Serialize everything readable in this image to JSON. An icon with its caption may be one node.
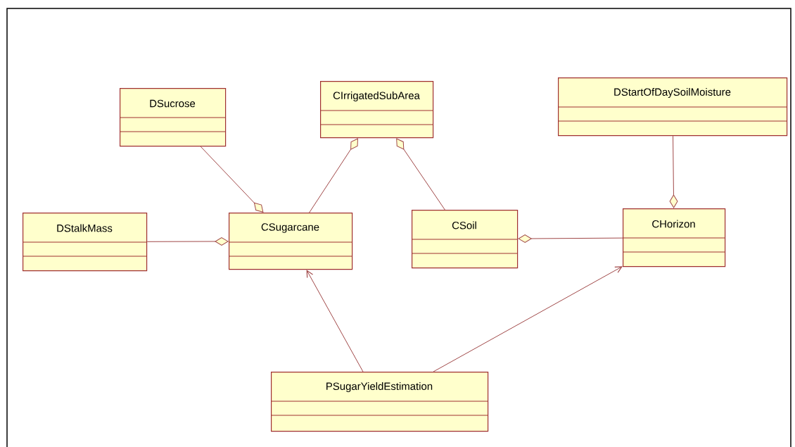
{
  "diagram": {
    "nodes": [
      {
        "text": [
          "DSucrose"
        ]
      },
      {
        "text": [
          "CIrrigatedSubArea"
        ]
      },
      {
        "text": [
          "DStartOfDaySoilMoisture"
        ]
      },
      {
        "text": [
          "DStalkMass"
        ]
      },
      {
        "text": [
          "CSugarcane"
        ]
      },
      {
        "text": [
          "CSoil"
        ]
      },
      {
        "text": [
          "CHorizon"
        ]
      },
      {
        "text": [
          "PSugarYieldEstimation"
        ]
      }
    ],
    "edges": [
      {
        "from": 0,
        "to": 4,
        "arrow": "other"
      },
      {
        "from": 4,
        "to": 1,
        "arrow": "other"
      },
      {
        "from": 5,
        "to": 1,
        "arrow": "other"
      },
      {
        "from": 3,
        "to": 4,
        "arrow": "other"
      },
      {
        "from": 2,
        "to": 6,
        "arrow": "other"
      },
      {
        "from": 6,
        "to": 5,
        "arrow": "other"
      },
      {
        "from": 7,
        "to": 4,
        "arrow": "to"
      },
      {
        "from": 7,
        "to": 6,
        "arrow": "to"
      }
    ]
  }
}
